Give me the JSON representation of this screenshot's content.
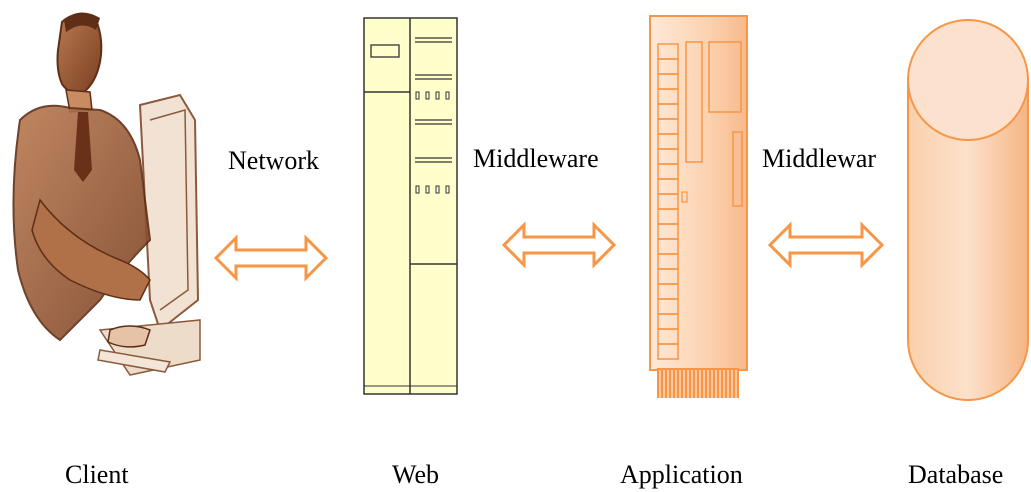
{
  "nodes": {
    "client": {
      "label": "Client",
      "icon": "person-at-computer-icon"
    },
    "web": {
      "label": "Web",
      "icon": "server-rack-icon"
    },
    "application": {
      "label": "Application",
      "icon": "application-server-icon"
    },
    "database": {
      "label": "Database",
      "icon": "database-cylinder-icon"
    }
  },
  "connections": {
    "client_web": {
      "label": "Network",
      "icon": "double-arrow-icon"
    },
    "web_application": {
      "label": "Middleware",
      "icon": "double-arrow-icon"
    },
    "application_database": {
      "label": "Middlewar",
      "icon": "double-arrow-icon"
    }
  },
  "colors": {
    "accent": "#F79646",
    "accent_fill_light": "#FCE2CE",
    "web_fill": "#FFFFCC",
    "person_brown": "#A0603A"
  }
}
